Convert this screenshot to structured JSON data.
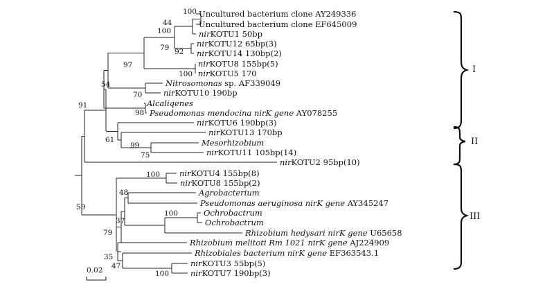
{
  "taxa": {
    "t1": [
      {
        "t": "Uncultured bacterium clone AY249336",
        "i": false
      }
    ],
    "t2": [
      {
        "t": "Uncultured bacterium clone EF645009",
        "i": false
      }
    ],
    "t3": [
      {
        "t": "nir",
        "i": true
      },
      {
        "t": "KOTU1 50bp",
        "i": false
      }
    ],
    "t4": [
      {
        "t": "nir",
        "i": true
      },
      {
        "t": "KOTU12 65bp(3)",
        "i": false
      }
    ],
    "t5": [
      {
        "t": "nir",
        "i": true
      },
      {
        "t": "KOTU14 130bp(2)",
        "i": false
      }
    ],
    "t6": [
      {
        "t": "nir",
        "i": true
      },
      {
        "t": "KOTU8 155bp(5)",
        "i": false
      }
    ],
    "t7": [
      {
        "t": "nir",
        "i": true
      },
      {
        "t": "KOTU5 170",
        "i": false
      }
    ],
    "t8": [
      {
        "t": "Nitrosomonas",
        "i": true
      },
      {
        "t": " sp. AF339049",
        "i": false
      }
    ],
    "t9": [
      {
        "t": "nir",
        "i": true
      },
      {
        "t": "KOTU10 190bp",
        "i": false
      }
    ],
    "t10": [
      {
        "t": "Alcaliqenes",
        "i": true
      }
    ],
    "t11": [
      {
        "t": "Pseudomonas mendocina nirK gene",
        "i": true
      },
      {
        "t": " AY078255",
        "i": false
      }
    ],
    "t12": [
      {
        "t": "nir",
        "i": true
      },
      {
        "t": "KOTU6 190bp(3)",
        "i": false
      }
    ],
    "t13": [
      {
        "t": "nir",
        "i": true
      },
      {
        "t": "KOTU13 170bp",
        "i": false
      }
    ],
    "t14": [
      {
        "t": "Mesorhizobium",
        "i": true
      }
    ],
    "t15": [
      {
        "t": "nir",
        "i": true
      },
      {
        "t": "KOTU11 105bp(14)",
        "i": false
      }
    ],
    "t16": [
      {
        "t": "nir",
        "i": true
      },
      {
        "t": "KOTU2 95bp(10)",
        "i": false
      }
    ],
    "t17": [
      {
        "t": "nir",
        "i": true
      },
      {
        "t": "KOTU4 155bp(8)",
        "i": false
      }
    ],
    "t18": [
      {
        "t": "nir",
        "i": true
      },
      {
        "t": "KOTU8 155bp(2)",
        "i": false
      }
    ],
    "t19": [
      {
        "t": "Agrobacterium",
        "i": true
      }
    ],
    "t20": [
      {
        "t": "Pseudomonas aeruginosa nirK gene",
        "i": true
      },
      {
        "t": " AY345247",
        "i": false
      }
    ],
    "t21": [
      {
        "t": "Ochrobactrum",
        "i": true
      }
    ],
    "t22": [
      {
        "t": "Ochrobactrum",
        "i": true
      }
    ],
    "t23": [
      {
        "t": "Rhizobium hedysari nirK gene",
        "i": true
      },
      {
        "t": " U65658",
        "i": false
      }
    ],
    "t24": [
      {
        "t": "Rhizobium melitoti Rm 1021 nirK gene",
        "i": true
      },
      {
        "t": " AJ224909",
        "i": false
      }
    ],
    "t25": [
      {
        "t": "Rhizobiales bacterium nirK gene",
        "i": true
      },
      {
        "t": " EF363543.1",
        "i": false
      }
    ],
    "t26": [
      {
        "t": "nir",
        "i": true
      },
      {
        "t": "KOTU3 55bp(5)",
        "i": false
      }
    ],
    "t27": [
      {
        "t": "nir",
        "i": true
      },
      {
        "t": "KOTU7 190bp(3)",
        "i": false
      }
    ]
  },
  "bootstrap": {
    "b100a": "100",
    "b44": "44",
    "b100b": "100",
    "b92": "92",
    "b79a": "79",
    "b100c": "100",
    "b97": "97",
    "b70": "70",
    "b54": "54",
    "b91": "91",
    "b98": "98",
    "b61": "61",
    "b99": "99",
    "b75": "75",
    "b59": "59",
    "b100d": "100",
    "b48": "48",
    "b100e": "100",
    "b37": "37",
    "b79b": "79",
    "b35": "35",
    "b47": "47",
    "b100f": "100"
  },
  "groups": {
    "g1": "I",
    "g2": "II",
    "g3": "III"
  },
  "scale_bar": "0.02"
}
